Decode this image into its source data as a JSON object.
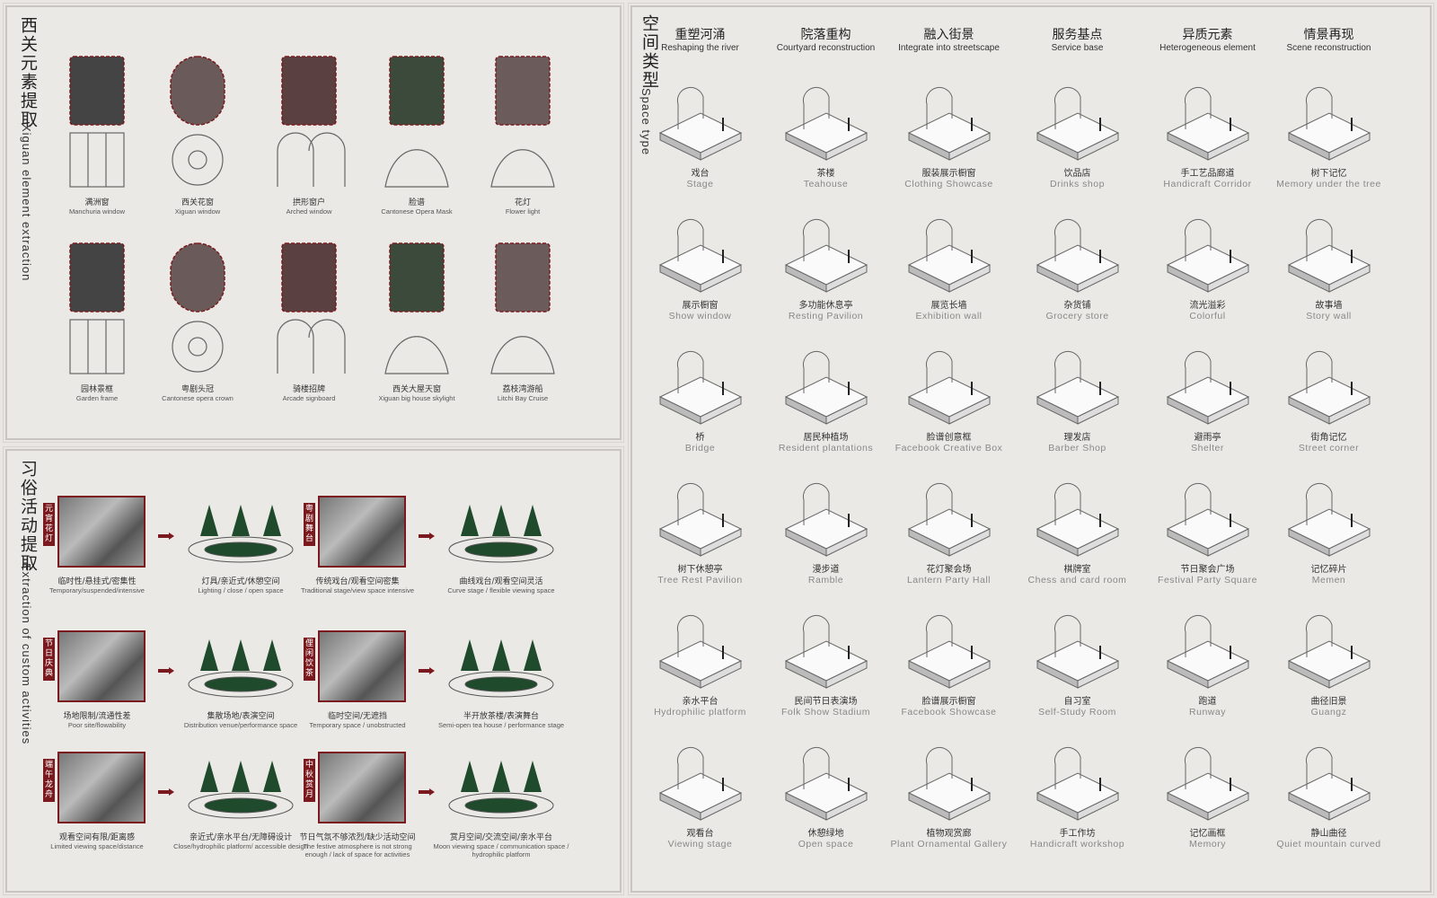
{
  "elements": {
    "title_cn": "西关元素提取",
    "title_en": "Xiguan element extraction",
    "items": [
      {
        "cn": "满洲窗",
        "en": "Manchuria window"
      },
      {
        "cn": "西关花窗",
        "en": "Xiguan window"
      },
      {
        "cn": "拱形窗户",
        "en": "Arched window"
      },
      {
        "cn": "脸谱",
        "en": "Cantonese Opera Mask"
      },
      {
        "cn": "花灯",
        "en": "Flower light"
      },
      {
        "cn": "园林景框",
        "en": "Garden frame"
      },
      {
        "cn": "粤剧头冠",
        "en": "Cantonese opera crown"
      },
      {
        "cn": "骑楼招牌",
        "en": "Arcade signboard"
      },
      {
        "cn": "西关大屋天窗",
        "en": "Xiguan big house skylight"
      },
      {
        "cn": "荔枝湾游船",
        "en": "Litchi Bay Cruise"
      }
    ]
  },
  "customs": {
    "title_cn": "习俗活动提取",
    "title_en": "Extraction of custom activities",
    "rows": [
      [
        {
          "tag": "元宵花灯",
          "cn": "临时性/悬挂式/密集性",
          "en": "Temporary/suspended/intensive",
          "cn2": "灯具/亲近式/休憩空间",
          "en2": "Lighting / close / open space"
        },
        {
          "tag": "粤剧舞台",
          "cn": "传统戏台/观看空间密集",
          "en": "Traditional stage/view space intensive",
          "cn2": "曲线戏台/观看空间灵活",
          "en2": "Curve stage / flexible viewing space"
        }
      ],
      [
        {
          "tag": "节日庆典",
          "cn": "场地限制/流通性差",
          "en": "Poor site/flowability",
          "cn2": "集散场地/表演空间",
          "en2": "Distribution venue/performance space"
        },
        {
          "tag": "俚闲饮茶",
          "cn": "临时空间/无遮挡",
          "en": "Temporary space / unobstructed",
          "cn2": "半开放茶楼/表演舞台",
          "en2": "Semi-open tea house / performance stage"
        }
      ],
      [
        {
          "tag": "端午龙舟",
          "cn": "观看空间有限/距离感",
          "en": "Limited viewing space/distance",
          "cn2": "亲近式/亲水平台/无障碍设计",
          "en2": "Close/hydrophilic platform/ accessible design"
        },
        {
          "tag": "中秋赏月",
          "cn": "节日气氛不够浓烈/缺少活动空间",
          "en": "The festive atmosphere is not strong enough / lack of space for activities",
          "cn2": "赏月空间/交流空间/亲水平台",
          "en2": "Moon viewing space / communication space / hydrophilic platform"
        }
      ]
    ]
  },
  "space": {
    "title_cn": "空间类型",
    "title_en": "Space type",
    "headers": [
      {
        "cn": "重塑河涌",
        "en": "Reshaping the river"
      },
      {
        "cn": "院落重构",
        "en": "Courtyard reconstruction"
      },
      {
        "cn": "融入街景",
        "en": "Integrate into streetscape"
      },
      {
        "cn": "服务基点",
        "en": "Service base"
      },
      {
        "cn": "异质元素",
        "en": "Heterogeneous element"
      },
      {
        "cn": "情景再现",
        "en": "Scene reconstruction"
      }
    ],
    "rows": [
      [
        {
          "cn": "戏台",
          "en": "Stage"
        },
        {
          "cn": "茶楼",
          "en": "Teahouse"
        },
        {
          "cn": "服装展示橱窗",
          "en": "Clothing Showcase"
        },
        {
          "cn": "饮品店",
          "en": "Drinks shop"
        },
        {
          "cn": "手工艺品廊道",
          "en": "Handicraft Corridor"
        },
        {
          "cn": "树下记忆",
          "en": "Memory under the tree"
        }
      ],
      [
        {
          "cn": "展示橱窗",
          "en": "Show window"
        },
        {
          "cn": "多功能休息亭",
          "en": "Resting Pavilion"
        },
        {
          "cn": "展览长墙",
          "en": "Exhibition wall"
        },
        {
          "cn": "杂货铺",
          "en": "Grocery store"
        },
        {
          "cn": "流光溢彩",
          "en": "Colorful"
        },
        {
          "cn": "故事墙",
          "en": "Story wall"
        }
      ],
      [
        {
          "cn": "桥",
          "en": "Bridge"
        },
        {
          "cn": "居民种植场",
          "en": "Resident plantations"
        },
        {
          "cn": "脸谱创意框",
          "en": "Facebook Creative Box"
        },
        {
          "cn": "理发店",
          "en": "Barber Shop"
        },
        {
          "cn": "避雨亭",
          "en": "Shelter"
        },
        {
          "cn": "街角记忆",
          "en": "Street corner"
        }
      ],
      [
        {
          "cn": "树下休憩亭",
          "en": "Tree Rest Pavilion"
        },
        {
          "cn": "漫步道",
          "en": "Ramble"
        },
        {
          "cn": "花灯聚会场",
          "en": "Lantern Party Hall"
        },
        {
          "cn": "棋牌室",
          "en": "Chess and card room"
        },
        {
          "cn": "节日聚会广场",
          "en": "Festival Party Square"
        },
        {
          "cn": "记忆碎片",
          "en": "Memen"
        }
      ],
      [
        {
          "cn": "亲水平台",
          "en": "Hydrophilic platform"
        },
        {
          "cn": "民间节日表演场",
          "en": "Folk Show Stadium"
        },
        {
          "cn": "脸谱展示橱窗",
          "en": "Facebook Showcase"
        },
        {
          "cn": "自习室",
          "en": "Self-Study Room"
        },
        {
          "cn": "跑道",
          "en": "Runway"
        },
        {
          "cn": "曲径旧景",
          "en": "Guangz"
        }
      ],
      [
        {
          "cn": "观看台",
          "en": "Viewing stage"
        },
        {
          "cn": "休憩绿地",
          "en": "Open space"
        },
        {
          "cn": "植物观赏廊",
          "en": "Plant Ornamental Gallery"
        },
        {
          "cn": "手工作坊",
          "en": "Handicraft workshop"
        },
        {
          "cn": "记忆画框",
          "en": "Memory"
        },
        {
          "cn": "静山曲径",
          "en": "Quiet mountain curved"
        }
      ]
    ]
  },
  "colors": {
    "accent": "#7a1a1e",
    "green": "#1f4a2c"
  }
}
